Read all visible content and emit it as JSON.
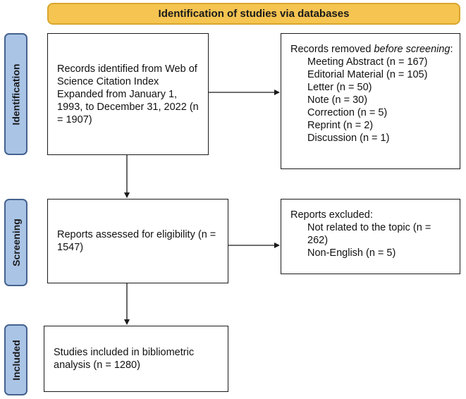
{
  "header": {
    "title": "Identification of studies via databases"
  },
  "stages": {
    "identification": "Identification",
    "screening": "Screening",
    "included": "Included"
  },
  "identification": {
    "records_identified": "Records identified from Web of Science Citation Index Expanded from January 1, 1993, to December 31, 2022 (n = 1907)",
    "removed_title_prefix": "Records removed ",
    "removed_title_italic": "before screening",
    "removed_title_suffix": ":",
    "removed_items": [
      "Meeting Abstract (n = 167)",
      "Editorial Material (n = 105)",
      "Letter (n = 50)",
      "Note (n = 30)",
      "Correction (n = 5)",
      "Reprint (n = 2)",
      "Discussion (n = 1)"
    ]
  },
  "screening": {
    "assessed": "Reports assessed for eligibility (n = 1547)",
    "excluded_title": "Reports excluded:",
    "excluded_items": [
      "Not related to the topic (n = 262)",
      "Non-English (n = 5)"
    ]
  },
  "included": {
    "studies": "Studies included in bibliometric analysis (n = 1280)"
  },
  "colors": {
    "banner_fill": "#f5c451",
    "stage_fill": "#aac4e6",
    "stage_border": "#45628e"
  }
}
